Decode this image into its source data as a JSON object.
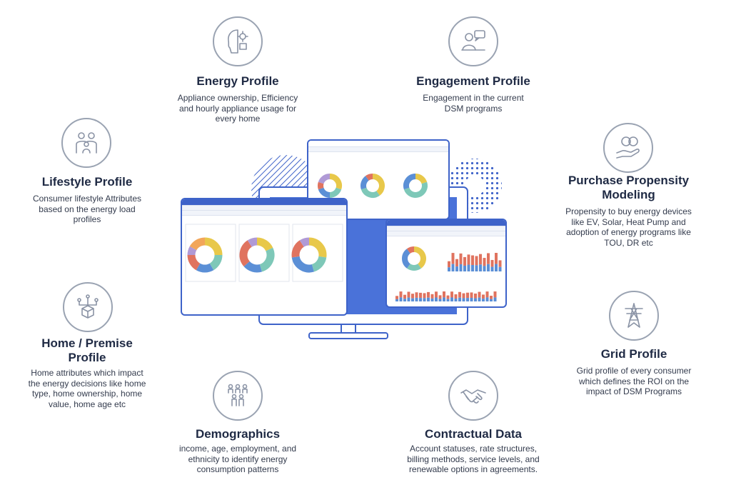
{
  "blocks": {
    "energy": {
      "title": "Energy Profile",
      "desc": [
        "Appliance ownership, Efficiency",
        "and hourly appliance usage for",
        "every home"
      ],
      "icon": "brain-gear-icon"
    },
    "engagement": {
      "title": "Engagement Profile",
      "desc": [
        "Engagement in the current",
        "DSM programs"
      ],
      "icon": "person-chat-icon"
    },
    "lifestyle": {
      "title": "Lifestyle Profile",
      "desc": [
        "Consumer lifestyle Attributes",
        "based on the energy load",
        "profiles"
      ],
      "icon": "family-icon"
    },
    "purchase": {
      "title": "Purchase Propensity Modeling",
      "title_lines": [
        "Purchase Propensity",
        "Modeling"
      ],
      "desc": [
        "Propensity to buy energy devices",
        "like EV, Solar, Heat Pump and",
        "adoption of energy programs like",
        "TOU, DR etc"
      ],
      "icon": "hand-coins-icon"
    },
    "home": {
      "title": "Home / Premise Profile",
      "title_lines": [
        "Home / Premise",
        "Profile"
      ],
      "desc": [
        "Home attributes which impact",
        "the energy decisions like home",
        "type, home ownership, home",
        "value, home age etc"
      ],
      "icon": "network-box-icon"
    },
    "grid": {
      "title": "Grid Profile",
      "desc": [
        "Grid profile of every consumer",
        "which defines the ROI on the",
        "impact of DSM Programs"
      ],
      "icon": "power-tower-icon"
    },
    "demographics": {
      "title": "Demographics",
      "desc": [
        "income, age, employment, and",
        "ethnicity to identify energy",
        "consumption patterns"
      ],
      "icon": "people-group-icon"
    },
    "contractual": {
      "title": "Contractual Data",
      "desc": [
        "Account statuses, rate structures,",
        "billing methods, service levels, and",
        "renewable options in agreements."
      ],
      "icon": "handshake-icon"
    }
  },
  "colors": {
    "title": "#1f2a44",
    "accent_blue": "#3e63c9",
    "icon_gray": "#8a93a5",
    "donut": [
      "#e8c84a",
      "#7ec8b8",
      "#5b8fd6",
      "#e0735f",
      "#b09ad6",
      "#f2a65a"
    ]
  }
}
